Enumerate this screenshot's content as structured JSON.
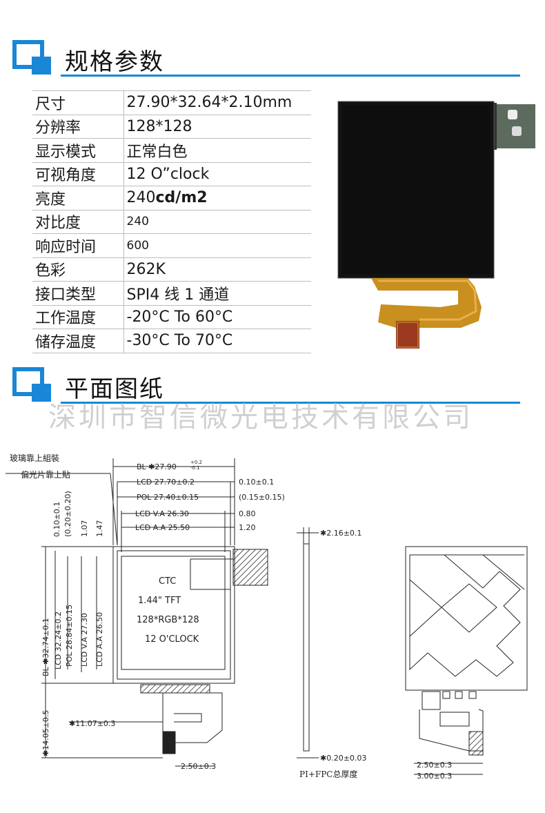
{
  "section1": {
    "title": "规格参数"
  },
  "specs": [
    {
      "key": "尺寸",
      "value": "27.90*32.64*2.10mm"
    },
    {
      "key": "分辨率",
      "value": "128*128"
    },
    {
      "key": "显示模式",
      "value": "正常白色"
    },
    {
      "key": "可视角度",
      "value": "12 O”clock"
    },
    {
      "key": "亮度",
      "value_prefix": "240",
      "value_bold": "cd/m2"
    },
    {
      "key": "对比度",
      "value": "240"
    },
    {
      "key": "响应时间",
      "value": "600"
    },
    {
      "key": "色彩",
      "value": "262K"
    },
    {
      "key": "接口类型",
      "value": "SPI4 线 1 通道"
    },
    {
      "key": "工作温度",
      "value": "-20°C To 60°C"
    },
    {
      "key": "储存温度",
      "value": "-30°C To 70°C"
    }
  ],
  "section2": {
    "title": "平面图纸"
  },
  "watermark": "深圳市智信微光电技术有限公司",
  "drawing": {
    "notes": [
      "玻璃靠上組裝",
      "偏光片靠上貼"
    ],
    "dims_top": [
      "BL ✱27.90",
      "+0.2",
      "-0.1",
      "LCD 27.70±0.2",
      "0.10±0.1",
      "POL 27.40±0.15",
      "(0.15±0.15)",
      "LCD V.A 26.30",
      "0.80",
      "LCD A.A 25.50",
      "1.20"
    ],
    "dims_left": [
      "BL ✱32.74±0.1",
      "LCD 32.24±0.2",
      "POL 28.84±0.15",
      "LCD V.A 27.30",
      "LCD A.A 26.50",
      "0.10±0.1",
      "(0.20±0.20)",
      "1.07",
      "1.47",
      "✱14.05±0.5"
    ],
    "panel_text": [
      "CTC",
      "1.44\" TFT",
      "128*RGB*128",
      "12 O'CLOCK"
    ],
    "dims_bottom": [
      "✱11.07±0.3",
      "2.50±0.3"
    ],
    "side": [
      "✱2.16±0.1",
      "✱0.20±0.03",
      "PI+FPC总厚度"
    ],
    "back": [
      "2.50±0.3",
      "3.00±0.3"
    ]
  }
}
